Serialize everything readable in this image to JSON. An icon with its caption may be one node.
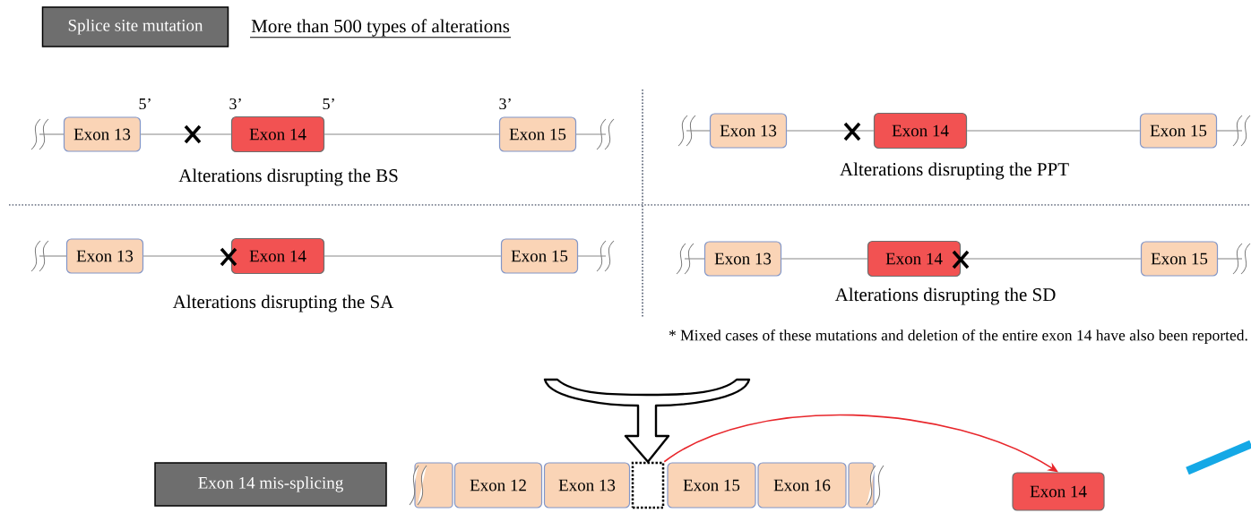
{
  "diagram": {
    "nodes": [
      {
        "text": [
          "Splice site mutation"
        ]
      },
      {
        "text": [
          "Exon 13"
        ]
      },
      {
        "text": [
          "Exon 14"
        ]
      },
      {
        "text": [
          "Exon 15"
        ]
      },
      {
        "text": [
          "Exon 13"
        ]
      },
      {
        "text": [
          "Exon 14"
        ]
      },
      {
        "text": [
          "Exon 15"
        ]
      },
      {
        "text": [
          "Exon 13"
        ]
      },
      {
        "text": [
          "Exon 14"
        ]
      },
      {
        "text": [
          "Exon 15"
        ]
      },
      {
        "text": [
          "Exon 13"
        ]
      },
      {
        "text": [
          "Exon 14"
        ]
      },
      {
        "text": [
          "Exon 15"
        ]
      },
      {
        "text": [
          "Exon 14 mis-splicing"
        ]
      },
      {
        "text": [],
        "shape": "box"
      },
      {
        "text": [
          "Exon 12"
        ]
      },
      {
        "text": [
          "Exon 13"
        ]
      },
      {
        "text": [],
        "shape": "box"
      },
      {
        "text": [
          "Exon 15"
        ]
      },
      {
        "text": [
          "Exon 16"
        ]
      },
      {
        "text": [],
        "shape": "box"
      },
      {
        "text": [
          "Exon 14"
        ]
      }
    ],
    "edges": [
      {
        "from": 1,
        "to": 2,
        "arrow": "none"
      },
      {
        "from": 2,
        "to": 3,
        "arrow": "none"
      },
      {
        "from": 4,
        "to": 5,
        "arrow": "none"
      },
      {
        "from": 5,
        "to": 6,
        "arrow": "none"
      },
      {
        "from": 7,
        "to": 8,
        "arrow": "none"
      },
      {
        "from": 8,
        "to": 9,
        "arrow": "none"
      },
      {
        "from": 10,
        "to": 11,
        "arrow": "none"
      },
      {
        "from": 11,
        "to": 12,
        "arrow": "none"
      },
      {
        "from": null,
        "to": 17,
        "arrow": "to",
        "style": "thick"
      },
      {
        "from": 17,
        "to": 21,
        "arrow": "to",
        "color": "#e8262b"
      }
    ],
    "labels": [
      "More than 500 types of alterations",
      "5’",
      "3’",
      "5’",
      "3’",
      "Alterations disrupting the BS",
      "Alterations disrupting the PPT",
      "Alterations disrupting the SA",
      "Alterations disrupting the SD",
      "* Mixed cases of these mutations and deletion of the entire exon 14 have also been reported."
    ]
  }
}
